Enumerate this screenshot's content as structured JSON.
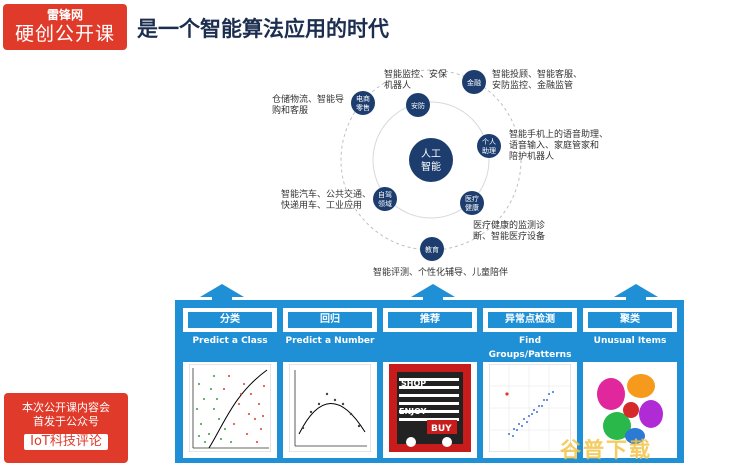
{
  "logo": {
    "line1": "雷锋网",
    "line2": "硬创公开课"
  },
  "title": "是一个智能算法应用的时代",
  "diagram": {
    "center": [
      "人工",
      "智能"
    ],
    "nodes": {
      "security": "安防",
      "finance": "金融",
      "ecommerce": [
        "电商",
        "零售"
      ],
      "assistant": [
        "个人",
        "助理"
      ],
      "autodrive": [
        "自驾",
        "领域"
      ],
      "medical": [
        "医疗",
        "健康"
      ],
      "education": "教育"
    },
    "descriptions": {
      "security": [
        "智能监控、安保",
        "机器人"
      ],
      "finance": [
        "智能投顾、智能客服、",
        "安防监控、金融监管"
      ],
      "ecommerce": [
        "仓储物流、智能导",
        "购和客服"
      ],
      "assistant": [
        "智能手机上的语音助理、",
        "语音输入、家庭管家和",
        "陪护机器人"
      ],
      "autodrive": [
        "智能汽车、公共交通、",
        "快递用车、工业应用"
      ],
      "medical": [
        "医疗健康的监测诊",
        "断、智能医疗设备"
      ],
      "education": [
        "智能评测、个性化辅导、儿童陪伴"
      ]
    }
  },
  "panels": [
    {
      "title": "分类",
      "subtitle": "Predict a Class"
    },
    {
      "title": "回归",
      "subtitle": "Predict a Number"
    },
    {
      "title": "推荐",
      "subtitle": ""
    },
    {
      "title": "异常点检测",
      "subtitle": "Find Groups/Patterns"
    },
    {
      "title": "聚类",
      "subtitle": "Unusual Items"
    }
  ],
  "rec_image_text": [
    "SHOP",
    "ENJOY",
    "BUY"
  ],
  "badge": {
    "line1": "本次公开课内容会",
    "line2": "首发于公众号",
    "line3": "IoT科技评论"
  },
  "watermark": "谷普下载",
  "colors": {
    "red": "#e03a2a",
    "blue": "#1f8fd6",
    "navy": "#1c3d6e"
  }
}
